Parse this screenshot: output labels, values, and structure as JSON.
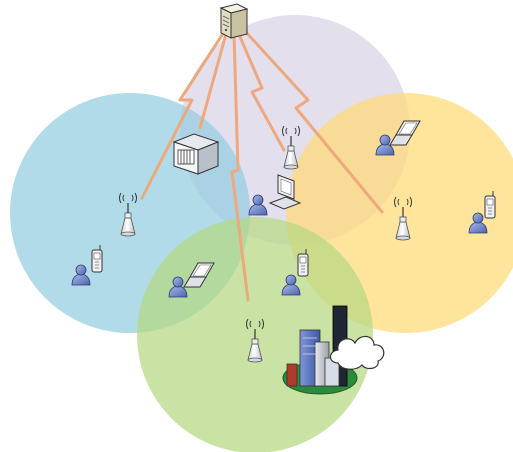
{
  "diagram": {
    "cells": [
      {
        "name": "cell-top",
        "color": "#D9D3E6"
      },
      {
        "name": "cell-left",
        "color": "#93CDE1"
      },
      {
        "name": "cell-right",
        "color": "#FFD976"
      },
      {
        "name": "cell-bottom",
        "color": "#B5D882"
      }
    ],
    "link_color": "#EDA97D",
    "icons": {
      "server": "server-icon",
      "router": "router-icon",
      "antenna": "antenna-icon",
      "user": "user-icon",
      "laptop": "laptop-icon",
      "desktop": "desktop-icon",
      "phone": "mobile-phone-icon",
      "city": "city-buildings-icon",
      "cloud": "cloud-icon"
    }
  }
}
